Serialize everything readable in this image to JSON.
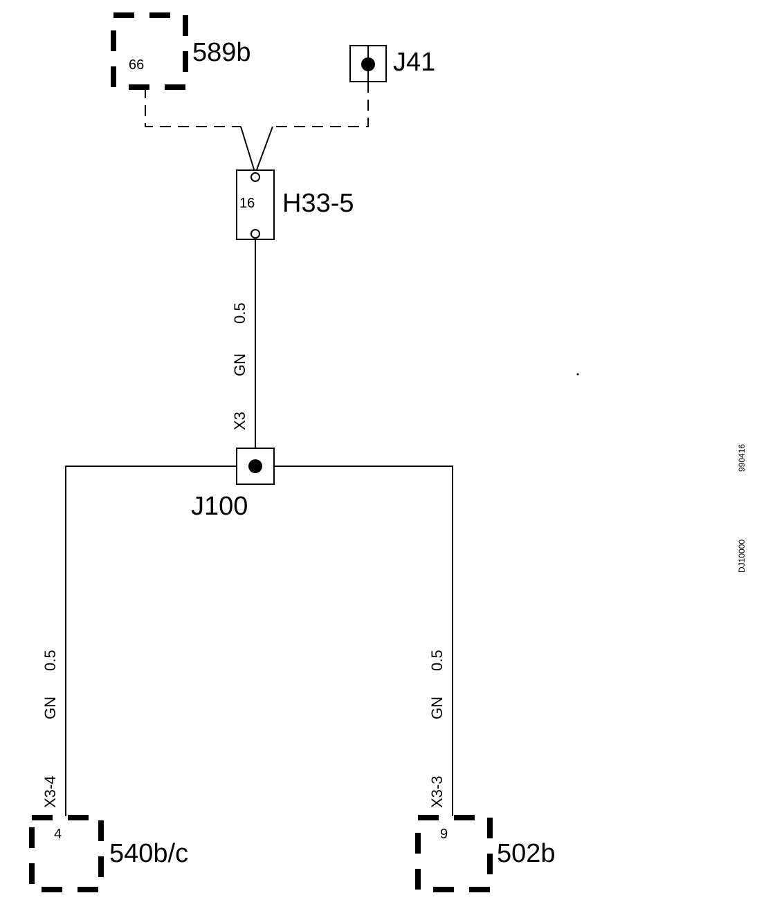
{
  "components": {
    "c589b": {
      "label": "589b",
      "pin": "66"
    },
    "j41": {
      "label": "J41"
    },
    "h33_5": {
      "label": "H33-5",
      "pin": "16"
    },
    "j100": {
      "label": "J100"
    },
    "c540bc": {
      "label": "540b/c",
      "pin": "4"
    },
    "c502b": {
      "label": "502b",
      "pin": "9"
    }
  },
  "wires": {
    "top": {
      "gauge": "0.5",
      "color": "GN",
      "terminal": "X3"
    },
    "left": {
      "gauge": "0.5",
      "color": "GN",
      "terminal": "X3-4"
    },
    "right": {
      "gauge": "0.5",
      "color": "GN",
      "terminal": "X3-3"
    }
  },
  "side_codes": {
    "date_code": "990416",
    "diagram_id": "DJ10000"
  }
}
